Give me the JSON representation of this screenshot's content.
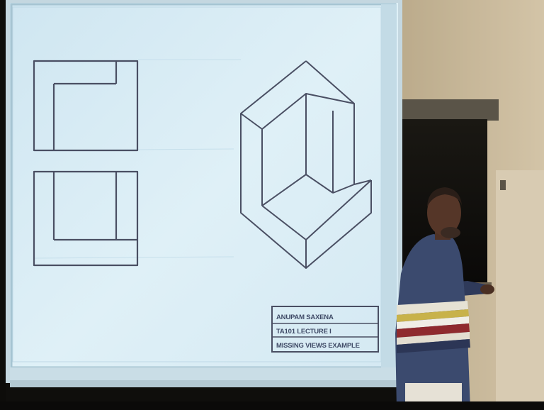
{
  "colors": {
    "screen": "#d9ecf5",
    "screen_edge": "#aac8d6",
    "ink": "#4a4f63",
    "wall": "#c8b89a",
    "background": "#0d0c0a",
    "sweater": "#3b4a6e"
  },
  "title_block": {
    "name": "ANUPAM SAXENA",
    "course_line": "TA101   LECTURE   I",
    "subject": "MISSING VIEWS EXAMPLE"
  }
}
